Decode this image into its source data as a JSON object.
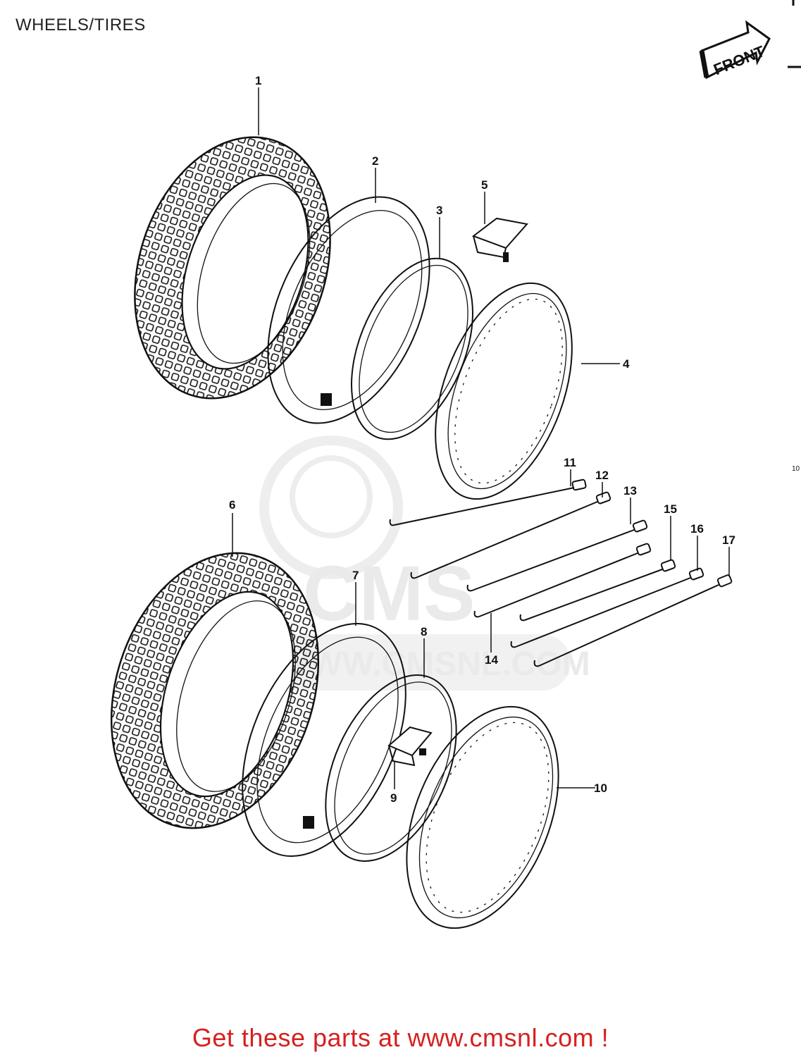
{
  "header": {
    "title": "WHEELS/TIRES"
  },
  "orientation": {
    "label": "FRONT",
    "icon": "front-arrow-icon"
  },
  "side_mark": "10",
  "watermark": {
    "brand": "CMS",
    "url": "WWW.CMSNL.COM"
  },
  "callouts": [
    {
      "id": "1",
      "label": "1"
    },
    {
      "id": "2",
      "label": "2"
    },
    {
      "id": "3",
      "label": "3"
    },
    {
      "id": "4",
      "label": "4"
    },
    {
      "id": "5",
      "label": "5"
    },
    {
      "id": "6",
      "label": "6"
    },
    {
      "id": "7",
      "label": "7"
    },
    {
      "id": "8",
      "label": "8"
    },
    {
      "id": "9",
      "label": "9"
    },
    {
      "id": "10",
      "label": "10"
    },
    {
      "id": "11",
      "label": "11"
    },
    {
      "id": "12",
      "label": "12"
    },
    {
      "id": "13",
      "label": "13"
    },
    {
      "id": "14",
      "label": "14"
    },
    {
      "id": "15",
      "label": "15"
    },
    {
      "id": "16",
      "label": "16"
    },
    {
      "id": "17",
      "label": "17"
    }
  ],
  "footer": {
    "link_text": "Get these parts at www.cmsnl.com !",
    "color": "#d62020"
  }
}
